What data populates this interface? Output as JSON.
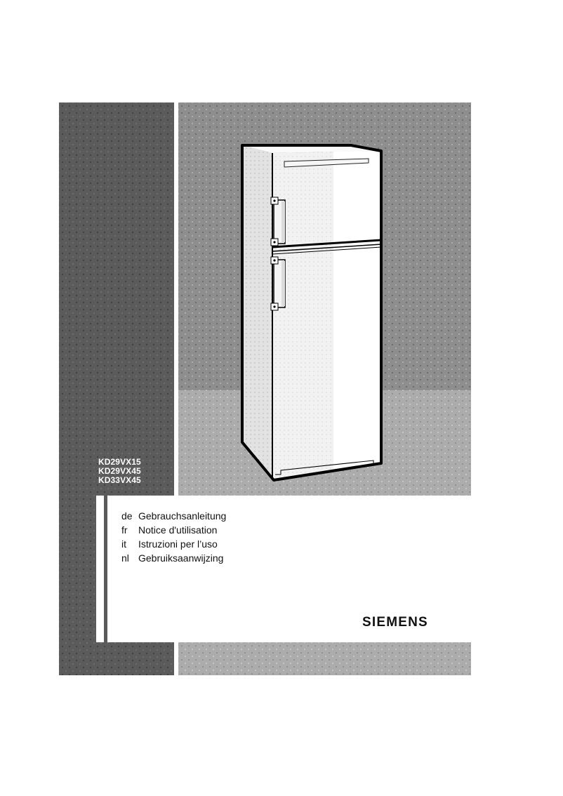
{
  "document": {
    "type": "user-manual-cover",
    "colors": {
      "dark_panel": "#5b5b5b",
      "wall_panel": "#8e8e8e",
      "floor_panel": "#acacac",
      "text": "#111111",
      "model_text": "#ffffff"
    }
  },
  "cover": {
    "models": [
      "KD29VX15",
      "KD29VX45",
      "KD33VX45"
    ],
    "languages": [
      {
        "code": "de",
        "title": "Gebrauchsanleitung"
      },
      {
        "code": "fr",
        "title": "Notice d'utilisation"
      },
      {
        "code": "it",
        "title": "Istruzioni per l’uso"
      },
      {
        "code": "nl",
        "title": "Gebruiksaanwijzing"
      }
    ],
    "brand": "SIEMENS",
    "illustration": "fridge-freezer-illustration"
  }
}
